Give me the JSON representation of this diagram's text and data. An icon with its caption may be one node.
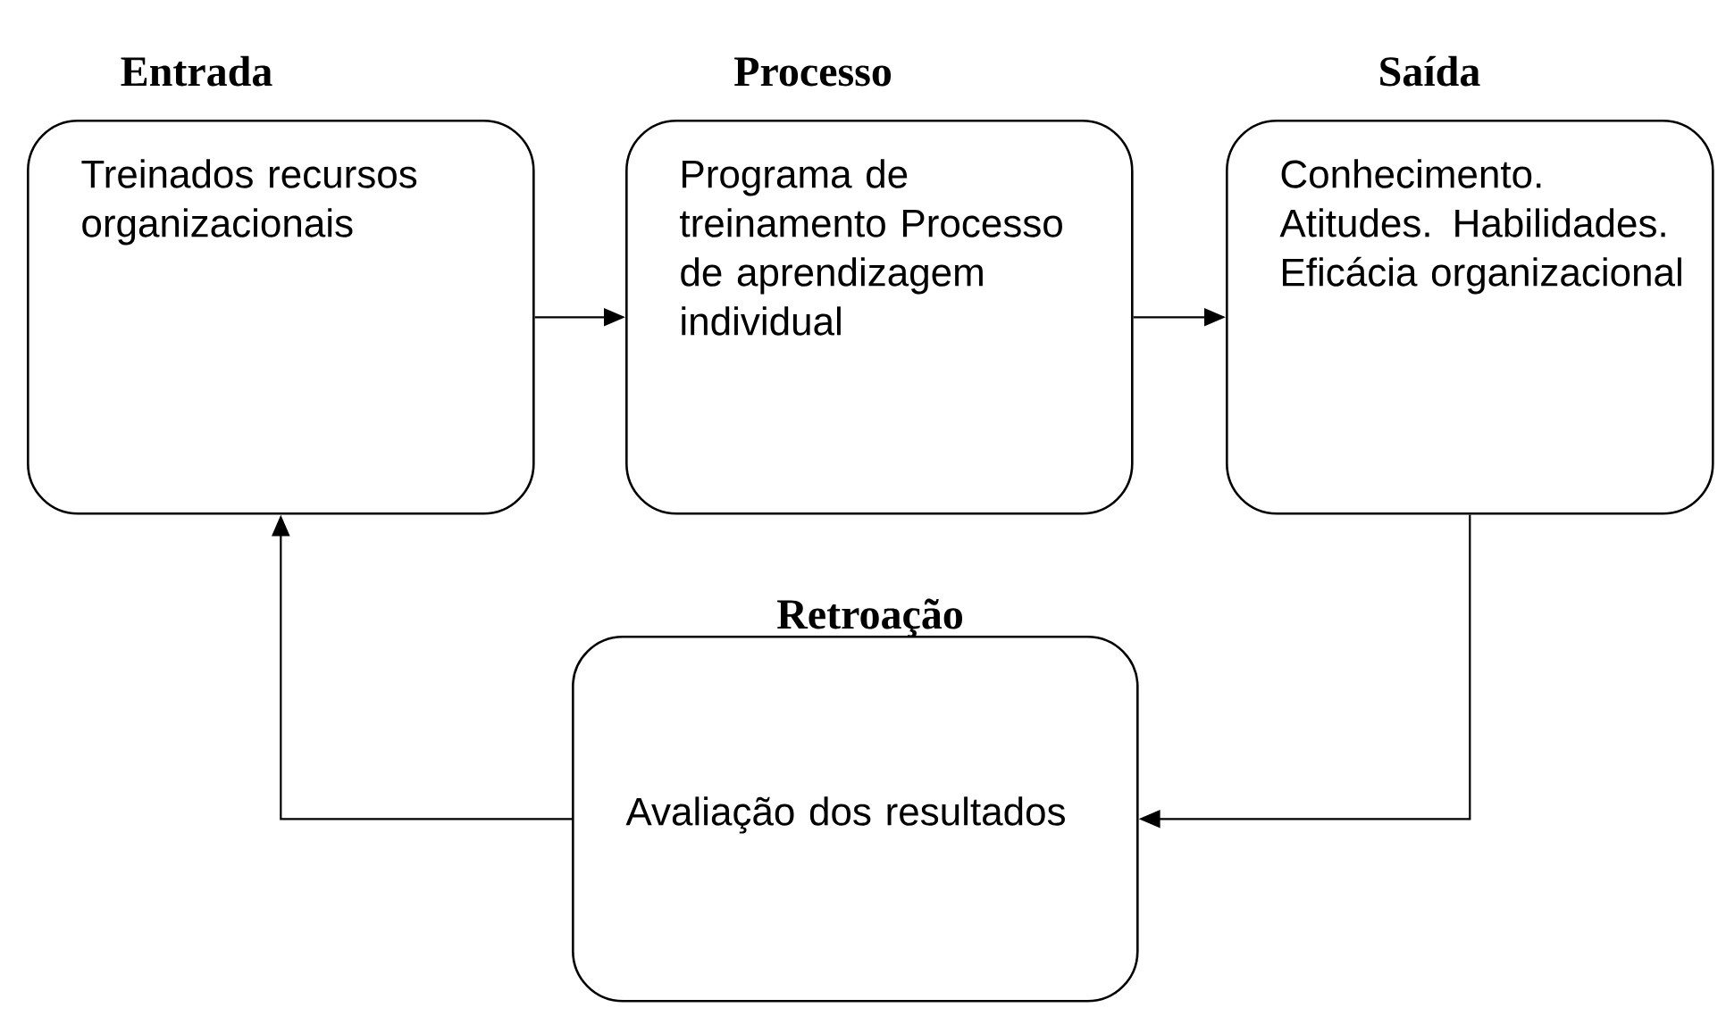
{
  "diagram": {
    "nodes": [
      {
        "text": [
          "Entrada",
          "Treinados recursos organizacionais"
        ]
      },
      {
        "text": [
          "Processo",
          "Programa de treinamento Processo de aprendizagem individual"
        ]
      },
      {
        "text": [
          "Saída",
          "Conhecimento. Atitudes. Habilidades. Eficácia organizacional"
        ]
      },
      {
        "text": [
          "Retroação",
          "Avaliação dos resultados"
        ]
      }
    ],
    "edges": [
      {
        "from": 0,
        "to": 1,
        "arrow": "to"
      },
      {
        "from": 1,
        "to": 2,
        "arrow": "to"
      },
      {
        "from": 2,
        "to": 3,
        "arrow": "to"
      },
      {
        "from": 3,
        "to": 0,
        "arrow": "to"
      }
    ]
  }
}
